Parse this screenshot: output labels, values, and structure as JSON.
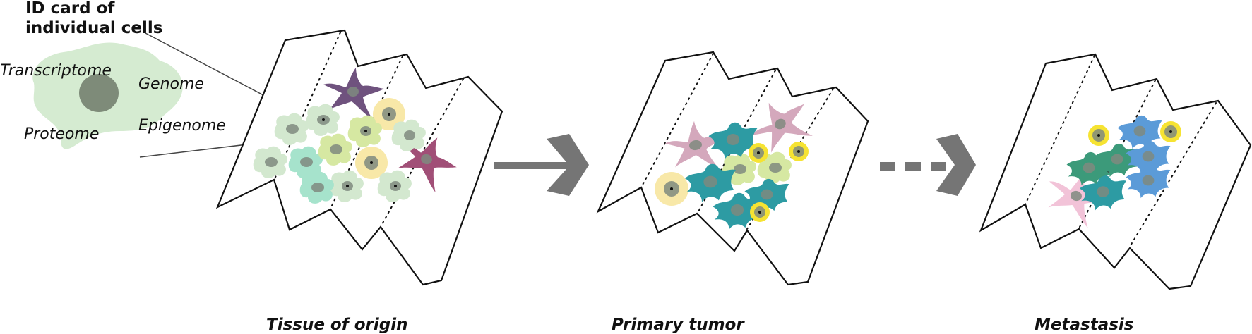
{
  "id_card": {
    "title_line1": "ID card of",
    "title_line2": "individual cells",
    "omics": {
      "transcriptome": "Transcriptome",
      "genome": "Genome",
      "proteome": "Proteome",
      "epigenome": "Epigenome"
    }
  },
  "stages": {
    "tissue": "Tissue of origin",
    "primary": "Primary tumor",
    "metastasis": "Metastasis"
  },
  "colors": {
    "id_cell": "#d5ebd1",
    "id_nucleus": "#7e8b79",
    "light_green": "#d3e8cf",
    "mint": "#a6e3cc",
    "lime": "#d6e8a2",
    "purple": "#6f527e",
    "magenta": "#a14f77",
    "mauve": "#d4a8bc",
    "teal": "#2d9ba3",
    "dark_green": "#3c9a7a",
    "blue": "#5b9bd8",
    "pink": "#f2c3d8",
    "yellow_pale": "#f8e8a8",
    "yellow": "#f6e332",
    "arrow": "#757575"
  }
}
